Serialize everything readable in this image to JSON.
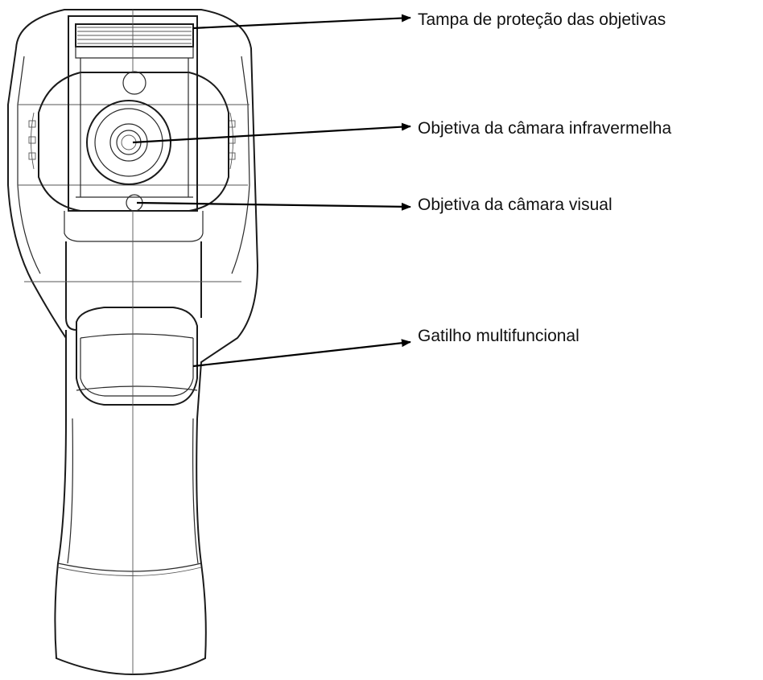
{
  "callouts": [
    {
      "label": "Tampa de proteção das objetivas"
    },
    {
      "label": "Objetiva da câmara infravermelha"
    },
    {
      "label": "Objetiva da câmara visual"
    },
    {
      "label": "Gatilho multifuncional"
    }
  ]
}
